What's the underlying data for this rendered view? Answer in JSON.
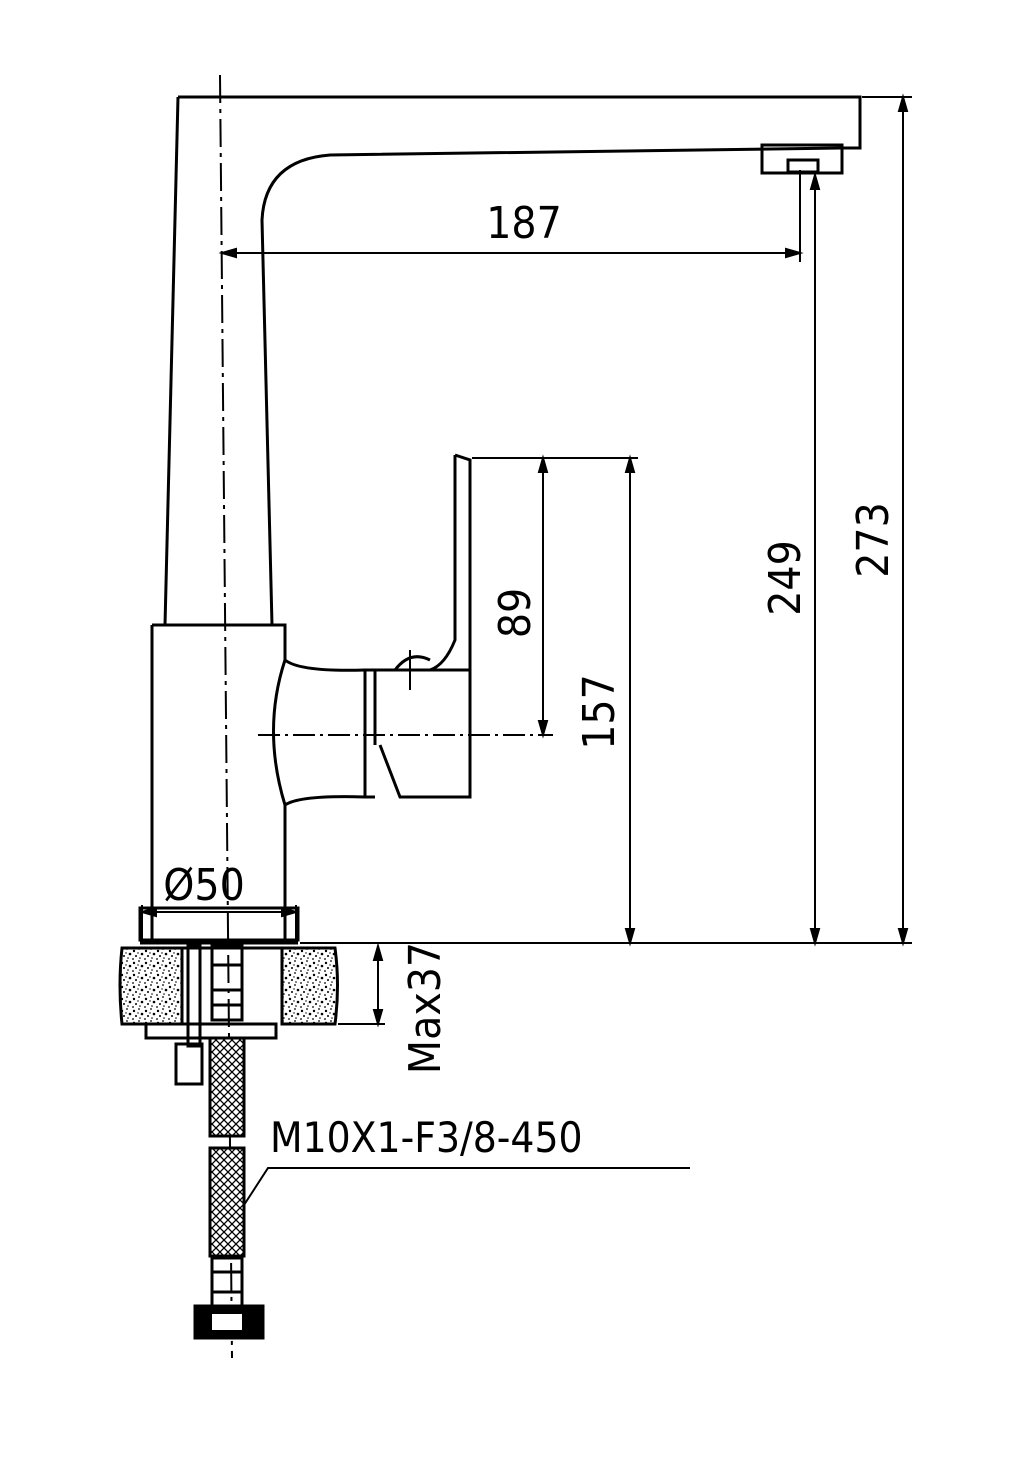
{
  "dimensions": {
    "spout_reach": "187",
    "total_height": "273",
    "outlet_height": "249",
    "handle_height": "157",
    "handle_length": "89",
    "base_diameter": "Ø50",
    "max_counter_thickness": "Max37"
  },
  "hose_spec": "M10X1-F3/8-450",
  "colors": {
    "line": "#000000",
    "background": "#ffffff"
  }
}
